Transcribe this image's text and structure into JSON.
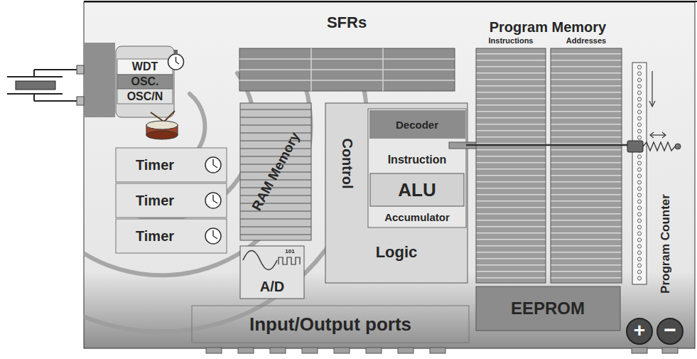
{
  "diagram": {
    "nodes": [
      {
        "text": [
          "WDT"
        ]
      },
      {
        "text": [
          "OSC."
        ]
      },
      {
        "text": [
          "OSC/N"
        ]
      },
      {
        "text": [
          "SFRs"
        ]
      },
      {
        "text": [
          "Program Memory"
        ]
      },
      {
        "text": [
          "Instructions"
        ],
        "in": 4
      },
      {
        "text": [
          "Addresses"
        ],
        "in": 4
      },
      {
        "text": [
          "Program Counter"
        ]
      },
      {
        "text": [
          "Timer"
        ]
      },
      {
        "text": [
          "Timer"
        ]
      },
      {
        "text": [
          "Timer"
        ]
      },
      {
        "text": [
          "RAM Memory"
        ]
      },
      {
        "text": [
          "Control",
          "Logic"
        ]
      },
      {
        "text": [
          "Decoder",
          "Instruction",
          "Accumulator"
        ],
        "in": 12
      },
      {
        "text": [
          "ALU"
        ],
        "in": 13
      },
      {
        "text": [
          "A/D"
        ]
      },
      {
        "text": [
          "Input/Output ports"
        ]
      },
      {
        "text": [
          "EEPROM"
        ]
      }
    ],
    "edges": [
      {
        "from": 13,
        "to": 7,
        "arrow": "none"
      }
    ],
    "labels": [
      "101",
      "+",
      "−"
    ]
  }
}
